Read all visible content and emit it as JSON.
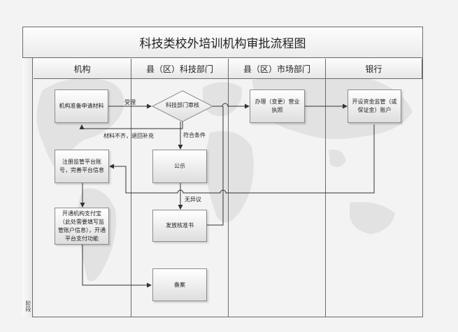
{
  "title": "科技类校外培训机构审批流程图",
  "phase_label": "阶段",
  "lanes": [
    {
      "name": "机构"
    },
    {
      "name": "县（区）科技部门"
    },
    {
      "name": "县（区）市场部门"
    },
    {
      "name": "银行"
    }
  ],
  "nodes": {
    "apply": "机构准备申请材料",
    "review": "科技部门审核",
    "license": "办理（变更）营业执照",
    "bank_account": "开设资金监管（或保证金）账户",
    "register": "注册监管平台账号，完善平台信息",
    "publicity": "公示",
    "alipay": "开通机构支付宝（此处需要填写监管账户信息），开通平台支付功能",
    "issue_cert": "发放核准书",
    "record": "备案"
  },
  "edge_labels": {
    "accept": "受理",
    "reject": "材料不齐，退回补充",
    "qualified": "符合条件",
    "no_objection": "无异议"
  },
  "colors": {
    "line": "#333333",
    "border": "#6a6a6a",
    "box_top": "#ffffff",
    "box_bottom": "#dedede"
  }
}
